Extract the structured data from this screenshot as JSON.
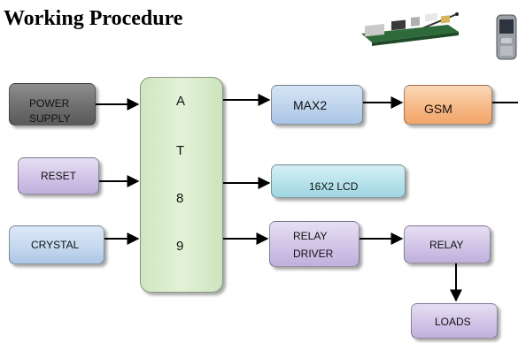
{
  "title": "Working Procedure",
  "blocks": {
    "power_supply": {
      "line1": "POWER",
      "line2": "SUPPLY"
    },
    "reset": "RESET",
    "crystal": "CRYSTAL",
    "mcu_letters": [
      "A",
      "T",
      "8",
      "9"
    ],
    "max2": "MAX2",
    "gsm": "GSM",
    "lcd": "16X2 LCD",
    "relay_driver": {
      "line1": "RELAY",
      "line2": "DRIVER"
    },
    "relay": "RELAY",
    "loads": "LOADS"
  },
  "images": [
    "gsm-modem-board",
    "mobile-phone"
  ],
  "colors": {
    "power": "#6e6e6e",
    "reset": "#cfc2e6",
    "crystal": "#c3d7ee",
    "mcu": "#d9edcb",
    "max2": "#bcd2ec",
    "gsm": "#f6b886",
    "lcd": "#b4e1ea",
    "relay": "#cfc2e6",
    "arrow": "#000000"
  }
}
